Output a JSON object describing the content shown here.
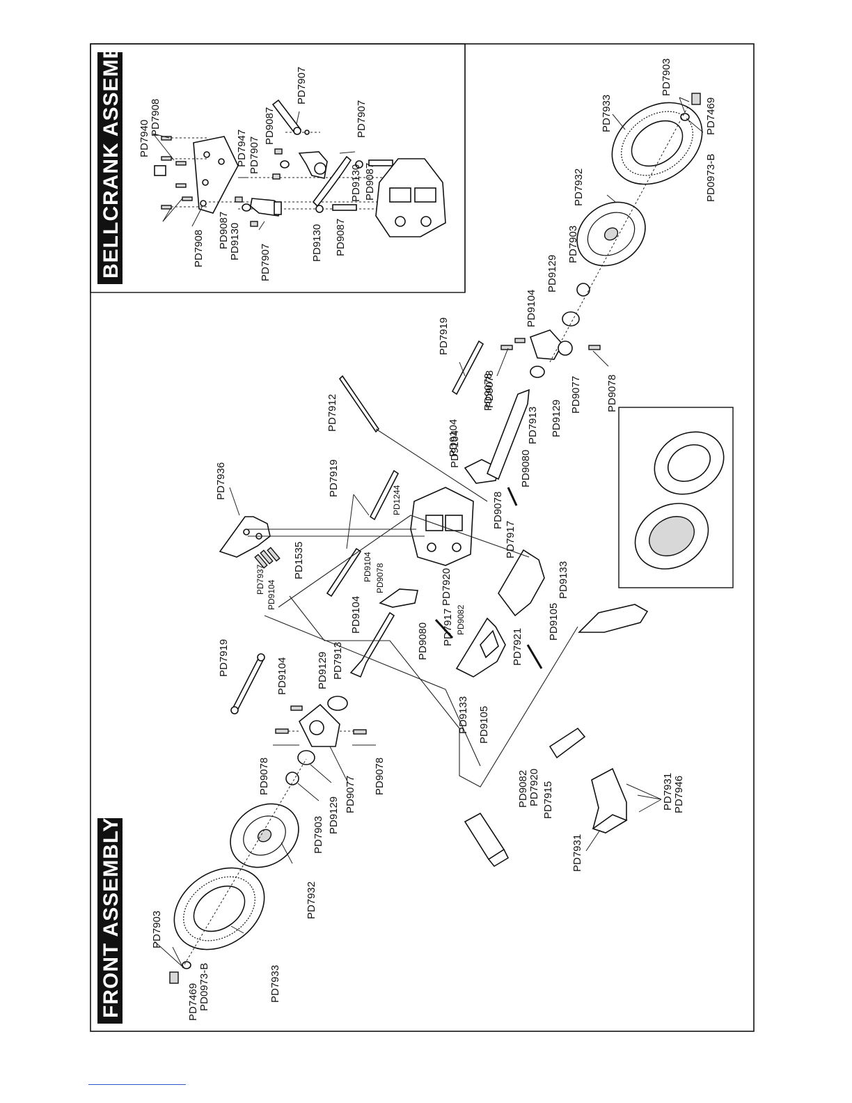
{
  "sections": {
    "front_title": "FRONT ASSEMBLY",
    "bellcrank_title": "BELLCRANK ASSEMBLY"
  },
  "bellcrank_labels": {
    "pd7940": "PD7940",
    "pd7908_top": "PD7908",
    "pd7947": "PD7947",
    "pd7907_a": "PD7907",
    "pd9087_a": "PD9087",
    "pd7907_b": "PD7907",
    "pd7907_c": "PD7907",
    "pd9130_a": "PD9130",
    "pd9087_b": "PD9087",
    "pd7908_bottom": "PD7908",
    "pd9087_c": "PD9087",
    "pd9130_b": "PD9130",
    "pd7907_d": "PD7907",
    "pd9130_c": "PD9130",
    "pd9087_d": "PD9087"
  },
  "front_labels": {
    "pd7936": "PD7936",
    "pd1535": "PD1535",
    "pd7937": "PD7937",
    "pd9104_a": "PD9104",
    "pd7919_a": "PD7919",
    "pd9104_b": "PD9104",
    "pd9129_a": "PD9129",
    "pd7913_a": "PD7913",
    "pd9078_a": "PD9078",
    "pd9077_a": "PD9077",
    "pd9078_b": "PD9078",
    "pd9129_b": "PD9129",
    "pd7903_a": "PD7903",
    "pd7932_a": "PD7932",
    "pd7903_b": "PD7903",
    "pd7469_a": "PD7469",
    "pd0973_a": "PD0973-B",
    "pd7933_a": "PD7933",
    "pd7919_b": "PD7919",
    "pd9104_c": "PD9104",
    "pd9078_c": "PD9078",
    "pd9104_d": "PD9104",
    "pd1244": "PD1244",
    "pd9104_e": "PD9104",
    "pd9078_d": "PD9078",
    "pd7920_a": "PD7920",
    "pd7917_a": "PD7917",
    "pd9082_a": "PD9082",
    "pd9080_a": "PD9080",
    "pd7921": "PD7921",
    "pd9133_a": "PD9133",
    "pd9105_a": "PD9105",
    "pd9082_b": "PD9082",
    "pd7920_b": "PD7920",
    "pd7915": "PD7915",
    "pd7931_a": "PD7931",
    "pd7931_b": "PD7931",
    "pd7946": "PD7946",
    "pd7912": "PD7912",
    "pd9104_f": "PD9104",
    "pd9080_b": "PD9080",
    "pd9078_e": "PD9078",
    "pd7917_b": "PD7917",
    "pd9133_b": "PD9133",
    "pd9105_b": "PD9105",
    "pd7913_b": "PD7913",
    "pd9129_c": "PD9129",
    "pd7919_c": "PD7919",
    "pd9104_g": "PD9104",
    "pd9078_f": "PD9078",
    "pd9077_b": "PD9077",
    "pd9078_g": "PD9078",
    "pd9129_d": "PD9129",
    "pd7903_c": "PD7903",
    "pd7932_b": "PD7932",
    "pd7933_b": "PD7933",
    "pd7903_d": "PD7903",
    "pd0973_b": "PD0973-B",
    "pd7469_b": "PD7469"
  }
}
